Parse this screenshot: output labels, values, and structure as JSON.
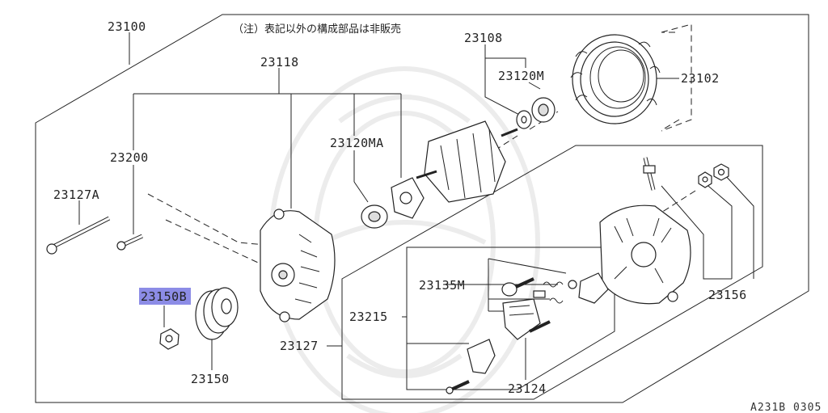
{
  "note": "（注）表記以外の構成部品は非販売",
  "diagram_code": "A231B 0305",
  "highlight_color": "#8c8ce6",
  "labels": {
    "p23100": "23100",
    "p23118": "23118",
    "p23108": "23108",
    "p23120M": "23120M",
    "p23102": "23102",
    "p23200": "23200",
    "p23120MA": "23120MA",
    "p23127A": "23127A",
    "p23150B": "23150B",
    "p23150": "23150",
    "p23135M": "23135M",
    "p23215": "23215",
    "p23127": "23127",
    "p23124": "23124",
    "p23156": "23156"
  }
}
